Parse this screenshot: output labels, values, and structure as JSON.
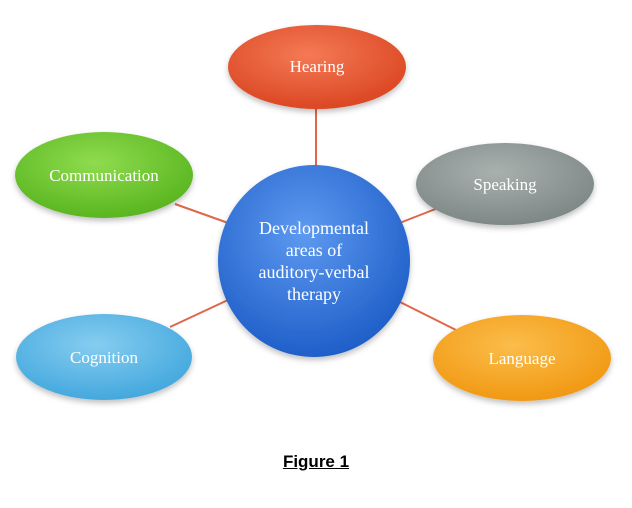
{
  "diagram": {
    "center": {
      "lines": [
        "Developmental",
        "areas of",
        "auditory-verbal",
        "therapy"
      ]
    },
    "nodes": {
      "hearing": "Hearing",
      "speaking": "Speaking",
      "language": "Language",
      "cognition": "Cognition",
      "communication": "Communication"
    },
    "colors": {
      "center": "#2f74e0",
      "hearing": "#e8532d",
      "speaking": "#8e9896",
      "language": "#f5a623",
      "cognition": "#5ab7e6",
      "communication": "#6cc72e",
      "connector": "#e0664a"
    }
  },
  "caption": "Figure 1"
}
